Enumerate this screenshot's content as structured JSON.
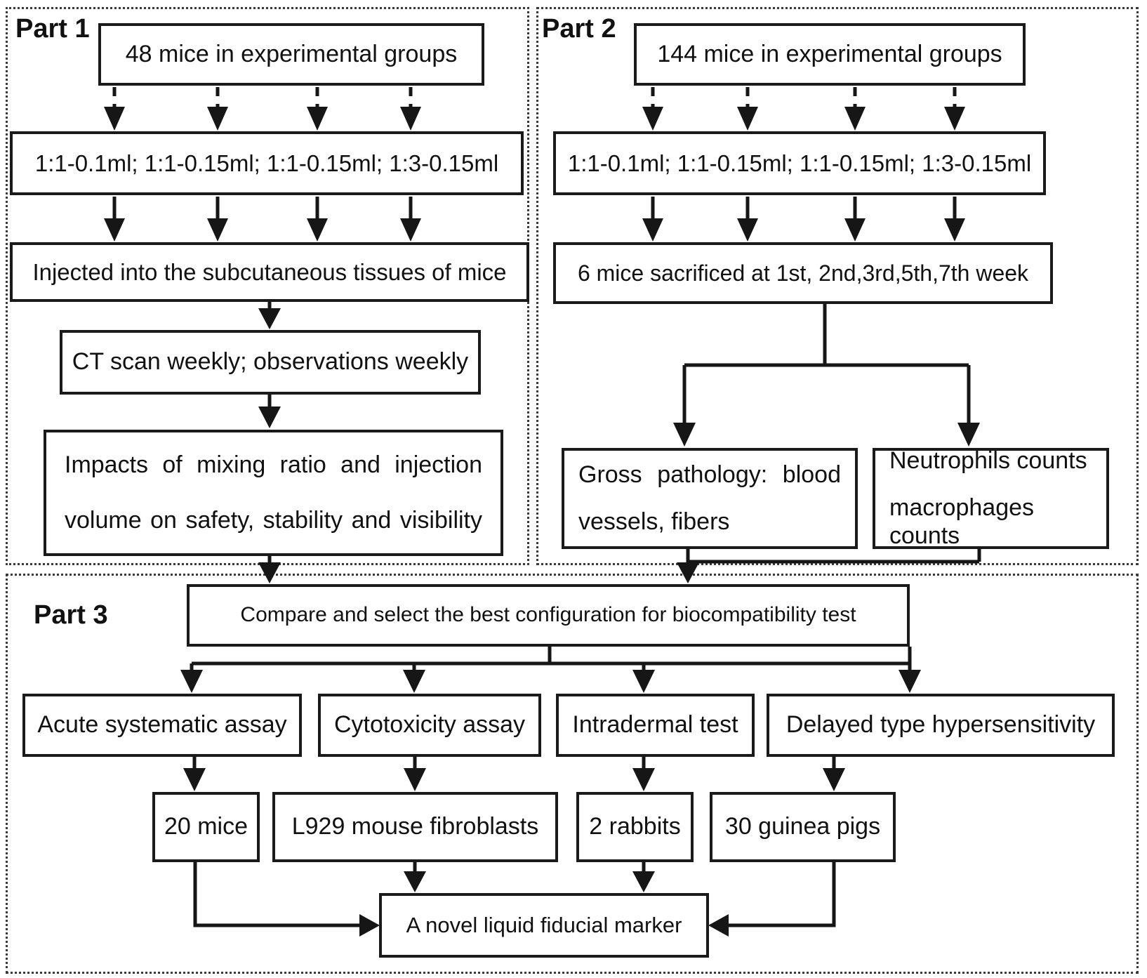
{
  "part1": {
    "label": "Part 1",
    "mice": "48 mice in experimental groups",
    "ratios": "1:1-0.1ml; 1:1-0.15ml; 1:1-0.15ml; 1:3-0.15ml",
    "injected": "Injected into the subcutaneous tissues of mice",
    "ct": "CT scan weekly; observations weekly",
    "impacts_line1": "Impacts of mixing ratio and injection",
    "impacts_line2": "volume on safety, stability and visibility"
  },
  "part2": {
    "label": "Part 2",
    "mice": "144 mice in experimental groups",
    "ratios": "1:1-0.1ml; 1:1-0.15ml; 1:1-0.15ml; 1:3-0.15ml",
    "sacrificed": "6 mice sacrificed at 1st, 2nd,3rd,5th,7th week",
    "gross_line1": "Gross pathology: blood",
    "gross_line2": "vessels, fibers",
    "neutro_line1": "Neutrophils counts",
    "neutro_line2": "macrophages counts"
  },
  "part3": {
    "label": "Part 3",
    "compare": "Compare and select the best configuration for biocompatibility test",
    "acute": "Acute systematic assay",
    "cyto": "Cytotoxicity assay",
    "intradermal": "Intradermal test",
    "delayed": "Delayed type hypersensitivity",
    "mice20": "20 mice",
    "l929": "L929 mouse fibroblasts",
    "rabbits": "2 rabbits",
    "guinea": "30 guinea pigs",
    "final": "A novel liquid fiducial marker"
  },
  "colors": {
    "box_border": "#1a1a1a",
    "connector": "#161616",
    "text": "#111111",
    "background": "#ffffff"
  }
}
